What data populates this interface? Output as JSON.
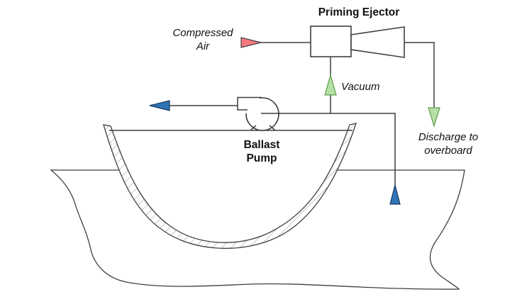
{
  "diagram": {
    "title": "Priming Ejector",
    "labels": {
      "compressed_air_line1": "Compressed",
      "compressed_air_line2": "Air",
      "vacuum": "Vacuum",
      "discharge_line1": "Discharge to",
      "discharge_line2": "overboard",
      "ballast_line1": "Ballast",
      "ballast_line2": "Pump"
    },
    "colors": {
      "line": "#3f3f3f",
      "compressed_air_arrow": "#f4797e",
      "vacuum_arrow": "#b5dfa5",
      "discharge_arrow": "#b5dfa5",
      "water_flow_arrow": "#2e75b6",
      "water_dash": "#bdd7ee",
      "hull_hatch": "#909090",
      "background": "#ffffff"
    }
  }
}
